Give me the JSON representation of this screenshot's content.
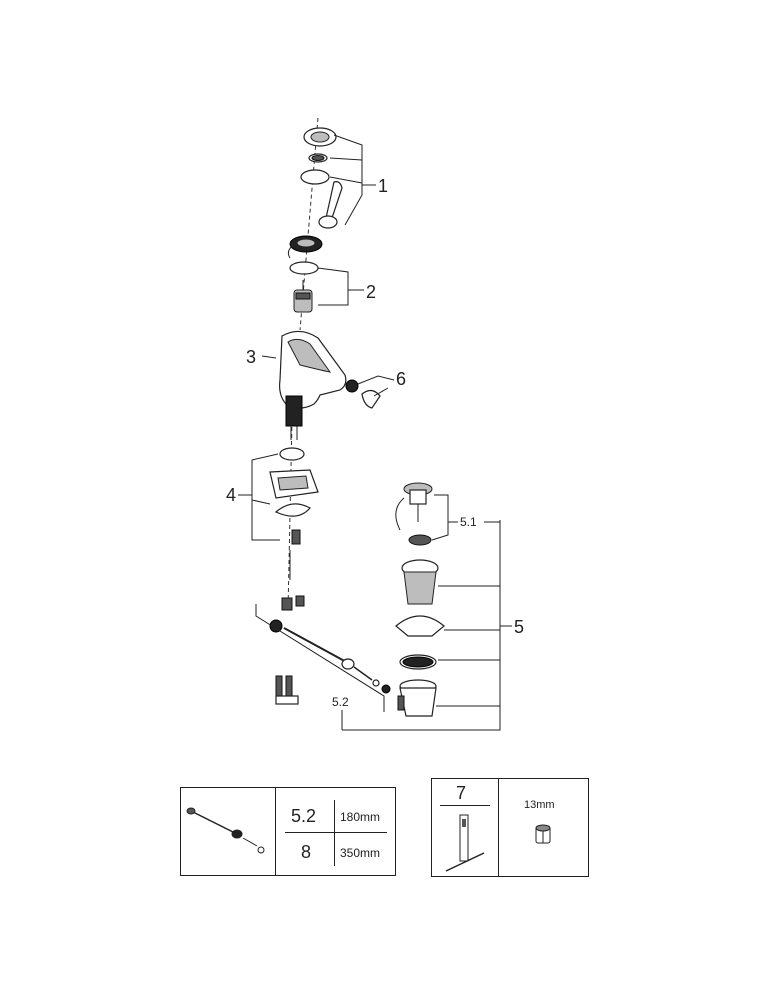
{
  "labels": {
    "part_1": "1",
    "part_2": "2",
    "part_3": "3",
    "part_4": "4",
    "part_5": "5",
    "part_5_1": "5.1",
    "part_5_2": "5.2",
    "part_6": "6"
  },
  "rod_table": {
    "rows": [
      {
        "ref": "5.2",
        "length": "180mm"
      },
      {
        "ref": "8",
        "length": "350mm"
      }
    ]
  },
  "tool_table": {
    "tool_ref": "7",
    "wrench_size": "13mm"
  }
}
